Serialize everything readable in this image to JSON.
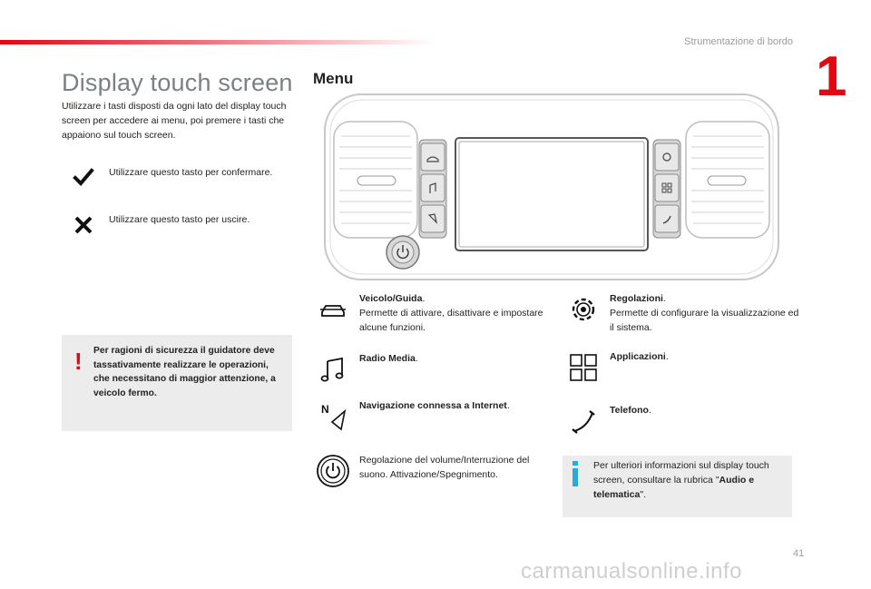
{
  "header": {
    "section_title": "Strumentazione di bordo",
    "chapter_number": "1"
  },
  "left": {
    "title": "Display touch screen",
    "intro": "Utilizzare i tasti disposti da ogni lato del display touch screen per accedere ai menu, poi premere i tasti che appaiono sul touch screen.",
    "confirm_text": "Utilizzare questo tasto per confermare.",
    "exit_text": "Utilizzare questo tasto per uscire.",
    "warning": "Per ragioni di sicurezza il guidatore deve tassativamente realizzare le operazioni, che necessitano di maggior attenzione, a veicolo fermo."
  },
  "menu": {
    "title": "Menu",
    "items": [
      {
        "label": "Veicolo/Guida",
        "text": "Permette di attivare, disattivare e impostare alcune funzioni.",
        "icon": "car-icon"
      },
      {
        "label": "Radio Media",
        "text": "",
        "icon": "music-note-icon"
      },
      {
        "label": "Navigazione connessa a Internet",
        "text": "",
        "icon": "navigation-icon"
      },
      {
        "label": "",
        "text": "Regolazione del volume/Interruzione del suono. Attivazione/Spegnimento.",
        "icon": "power-icon"
      },
      {
        "label": "Regolazioni",
        "text": "Permette di configurare la visualizzazione ed il sistema.",
        "icon": "settings-gear-icon"
      },
      {
        "label": "Applicazioni",
        "text": "",
        "icon": "apps-grid-icon"
      },
      {
        "label": "Telefono",
        "text": "",
        "icon": "phone-handset-icon"
      }
    ]
  },
  "info": {
    "before": "Per ulteriori informazioni sul display touch screen, consultare la rubrica \"",
    "bold": "Audio e telematica",
    "after": "\"."
  },
  "footer": {
    "page_number": "41",
    "watermark": "carmanualsonline.info"
  },
  "colors": {
    "accent": "#e30613",
    "info_blue": "#2aa9e0",
    "box_gray": "#ececec",
    "title_gray": "#7b8087"
  }
}
